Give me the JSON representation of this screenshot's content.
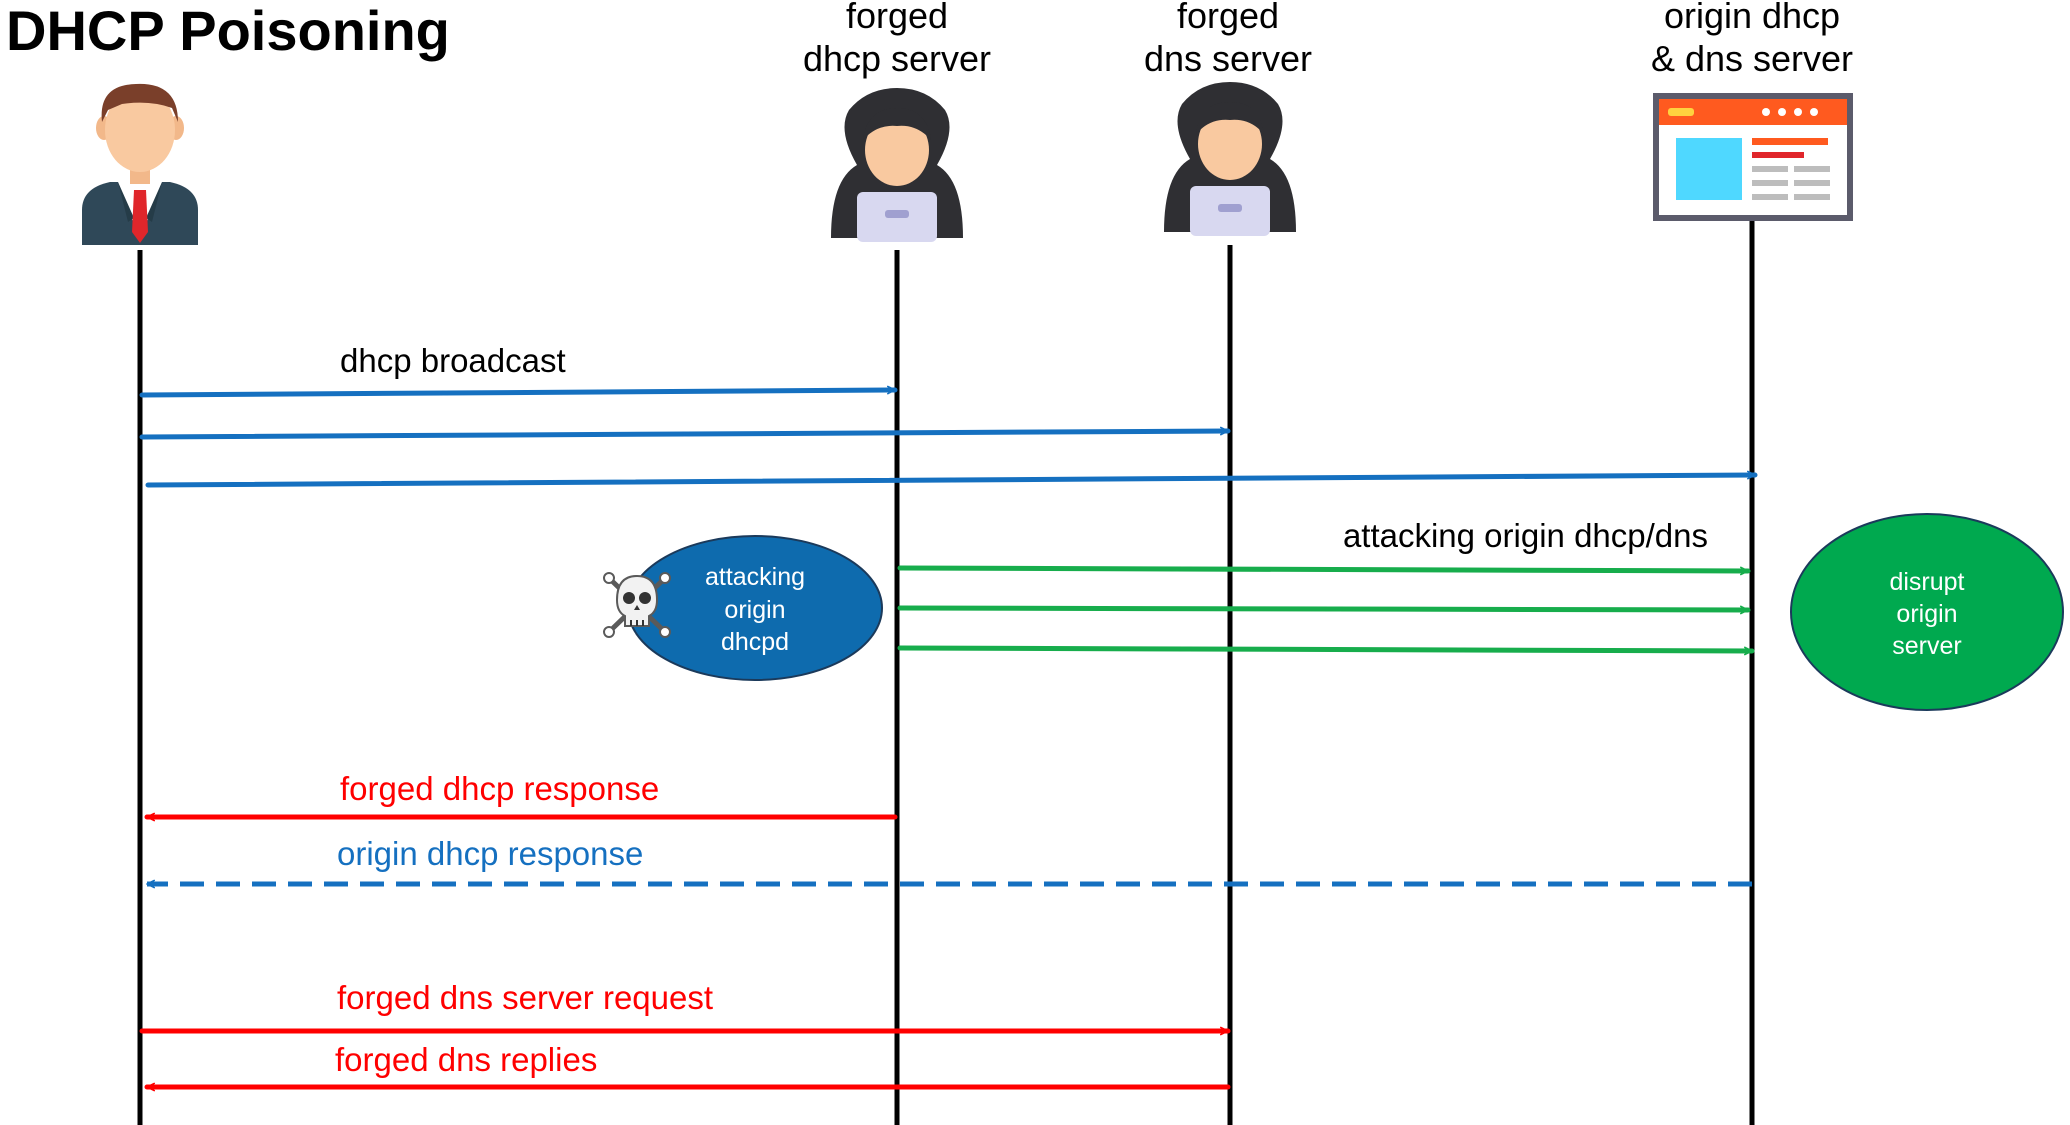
{
  "title": "DHCP Poisoning",
  "actors": [
    {
      "id": "client",
      "icon": "businessman-icon",
      "label_lines": []
    },
    {
      "id": "forged-dhcp",
      "icon": "hooded-hacker-icon",
      "label_lines": [
        "forged",
        "dhcp server"
      ]
    },
    {
      "id": "forged-dns",
      "icon": "hooded-hacker-icon",
      "label_lines": [
        "forged",
        "dns server"
      ]
    },
    {
      "id": "origin",
      "icon": "browser-window-icon",
      "label_lines": [
        "origin dhcp",
        "& dns server"
      ]
    }
  ],
  "messages": [
    {
      "label": "dhcp broadcast",
      "color": "#1570C0",
      "from": "client",
      "to": "forged-dhcp",
      "style": "solid"
    },
    {
      "label": "",
      "color": "#1570C0",
      "from": "client",
      "to": "forged-dns",
      "style": "solid"
    },
    {
      "label": "",
      "color": "#1570C0",
      "from": "client",
      "to": "origin",
      "style": "solid"
    },
    {
      "label": "attacking origin dhcp/dns",
      "color": "#17AD4C",
      "from": "forged-dhcp",
      "to": "origin",
      "style": "solid"
    },
    {
      "label": "",
      "color": "#17AD4C",
      "from": "forged-dhcp",
      "to": "origin",
      "style": "solid"
    },
    {
      "label": "",
      "color": "#17AD4C",
      "from": "forged-dhcp",
      "to": "origin",
      "style": "solid"
    },
    {
      "label": "forged dhcp response",
      "color": "#FF0000",
      "from": "forged-dhcp",
      "to": "client",
      "style": "solid"
    },
    {
      "label": "origin dhcp response",
      "color": "#1570C0",
      "from": "origin",
      "to": "client",
      "style": "dashed"
    },
    {
      "label": "forged dns server request",
      "color": "#FF0000",
      "from": "client",
      "to": "forged-dns",
      "style": "solid"
    },
    {
      "label": "forged dns replies",
      "color": "#FF0000",
      "from": "forged-dns",
      "to": "client",
      "style": "solid"
    }
  ],
  "bubbles": [
    {
      "id": "attack-bubble",
      "lines": [
        "attacking",
        "origin",
        "dhcpd"
      ],
      "color": "#0E6BAE",
      "icon": "skull-crossbones-icon"
    },
    {
      "id": "disrupt-bubble",
      "lines": [
        "disrupt",
        "origin",
        "server"
      ],
      "color": "#00A94F"
    }
  ]
}
